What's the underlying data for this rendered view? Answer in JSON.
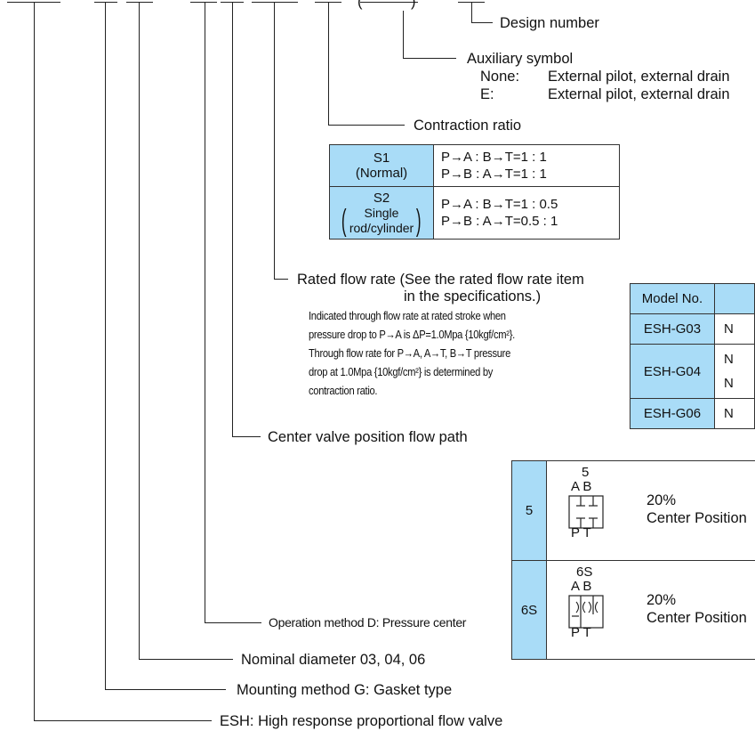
{
  "fields": {
    "design_number": "Design number",
    "auxiliary_symbol": "Auxiliary symbol",
    "aux_none_key": "None:",
    "aux_none_val": "External pilot, external drain",
    "aux_e_key": "E:",
    "aux_e_val": "External pilot, external drain",
    "contraction_ratio": "Contraction ratio",
    "rated_flow_line1": "Rated flow rate (See the rated flow rate item",
    "rated_flow_line2": "in the specifications.)",
    "rated_note": [
      "Indicated through flow rate at rated stroke when",
      "pressure drop to P→A is ΔP=1.0Mpa {10kgf/cm²}.",
      "Through flow rate for P→A, A→T, B→T pressure",
      "drop at 1.0Mpa {10kgf/cm²} is determined by",
      "contraction ratio."
    ],
    "center_valve": "Center valve position flow path",
    "operation_method": "Operation method  D: Pressure center",
    "nominal_diameter": "Nominal diameter 03, 04, 06",
    "mounting_method": "Mounting method  G: Gasket type",
    "esh": "ESH: High response proportional flow valve"
  },
  "contraction_table": {
    "rows": [
      {
        "code": "S1",
        "sub": "(Normal)",
        "line1": "P→A : B→T=1 : 1",
        "line2": "P→B : A→T=1 : 1"
      },
      {
        "code": "S2",
        "sub1": "Single",
        "sub2": "rod/cylinder",
        "line1": "P→A : B→T=1 : 0.5",
        "line2": "P→B : A→T=0.5 : 1"
      }
    ]
  },
  "model_table": {
    "header": "Model No.",
    "rows": [
      "ESH-G03",
      "ESH-G04",
      "ESH-G06"
    ],
    "cut_text": [
      "N",
      "N",
      "N",
      "N"
    ]
  },
  "center_table": {
    "rows": [
      {
        "code": "5",
        "symbol": "5",
        "ports_top": "A B",
        "ports_bottom": "P T",
        "percent": "20%",
        "desc": "Center Position"
      },
      {
        "code": "6S",
        "symbol": "6S",
        "ports_top": "A B",
        "ports_bottom": "P T",
        "percent": "20%",
        "desc": "Center Position"
      }
    ]
  }
}
